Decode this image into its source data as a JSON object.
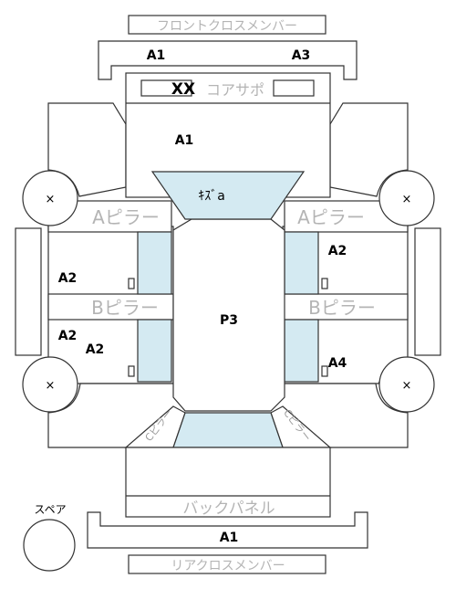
{
  "labels": {
    "front_cross_member": "フロントクロスメンバー",
    "front_a1": "A1",
    "front_a3": "A3",
    "core_support": "コアサポ",
    "xx_mark": "XX",
    "center_a1": "A1",
    "hood_mark": "ｷｽﾞa",
    "a_pillar_left": "Aピラー",
    "a_pillar_right": "Aピラー",
    "left_a2_upper": "A2",
    "right_a2_upper": "A2",
    "b_pillar_left": "Bピラー",
    "b_pillar_right": "Bピラー",
    "center_p3": "P3",
    "left_a2_lower_1": "A2",
    "left_a2_lower_2": "A2",
    "right_a4": "A4",
    "rear_c_left": "Cピラー",
    "rear_c_right": "Cピラー",
    "back_panel": "バックパネル",
    "rear_a1": "A1",
    "rear_cross_member": "リアクロスメンバー",
    "spare": "スペア",
    "wheel_fl": "×",
    "wheel_fr": "×",
    "wheel_rl": "×",
    "wheel_rr": "×"
  },
  "colors": {
    "glass": "#d4eaf2",
    "outline": "#333333",
    "label_gray": "#b4b4b4"
  }
}
